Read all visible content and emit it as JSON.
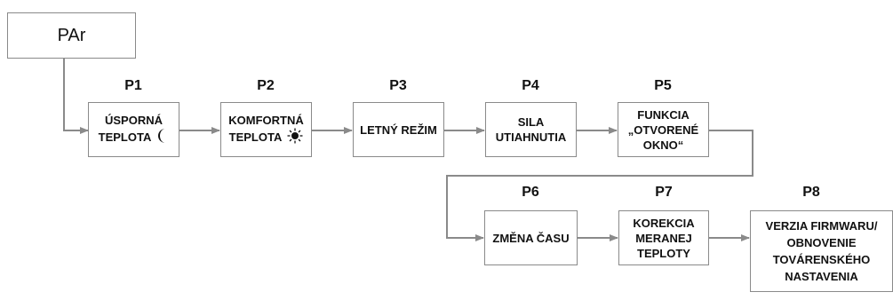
{
  "root": {
    "label": "PAr"
  },
  "steps": [
    {
      "id": "P1",
      "line1": "ÚSPORNÁ",
      "line2": "TEPLOTA",
      "icon": "moon-icon"
    },
    {
      "id": "P2",
      "line1": "KOMFORTNÁ",
      "line2": "TEPLOTA",
      "icon": "sun-icon"
    },
    {
      "id": "P3",
      "text": "LETNÝ REŽIM"
    },
    {
      "id": "P4",
      "text": "SILA\nUTIAHNUTIA"
    },
    {
      "id": "P5",
      "text": "FUNKCIA\n„OTVORENÉ\nOKNO“"
    },
    {
      "id": "P6",
      "text": "ZMĚNA ČASU"
    },
    {
      "id": "P7",
      "text": "KOREKCIA\nMERANEJ\nTEPLOTY"
    },
    {
      "id": "P8",
      "text": "VERZIA FIRMWARU/\nOBNOVENIE\nTOVÁRENSKÉHO\nNASTAVENIA"
    }
  ],
  "colors": {
    "line": "#8a8a8a",
    "border": "#8a8a8a",
    "text": "#111111"
  }
}
